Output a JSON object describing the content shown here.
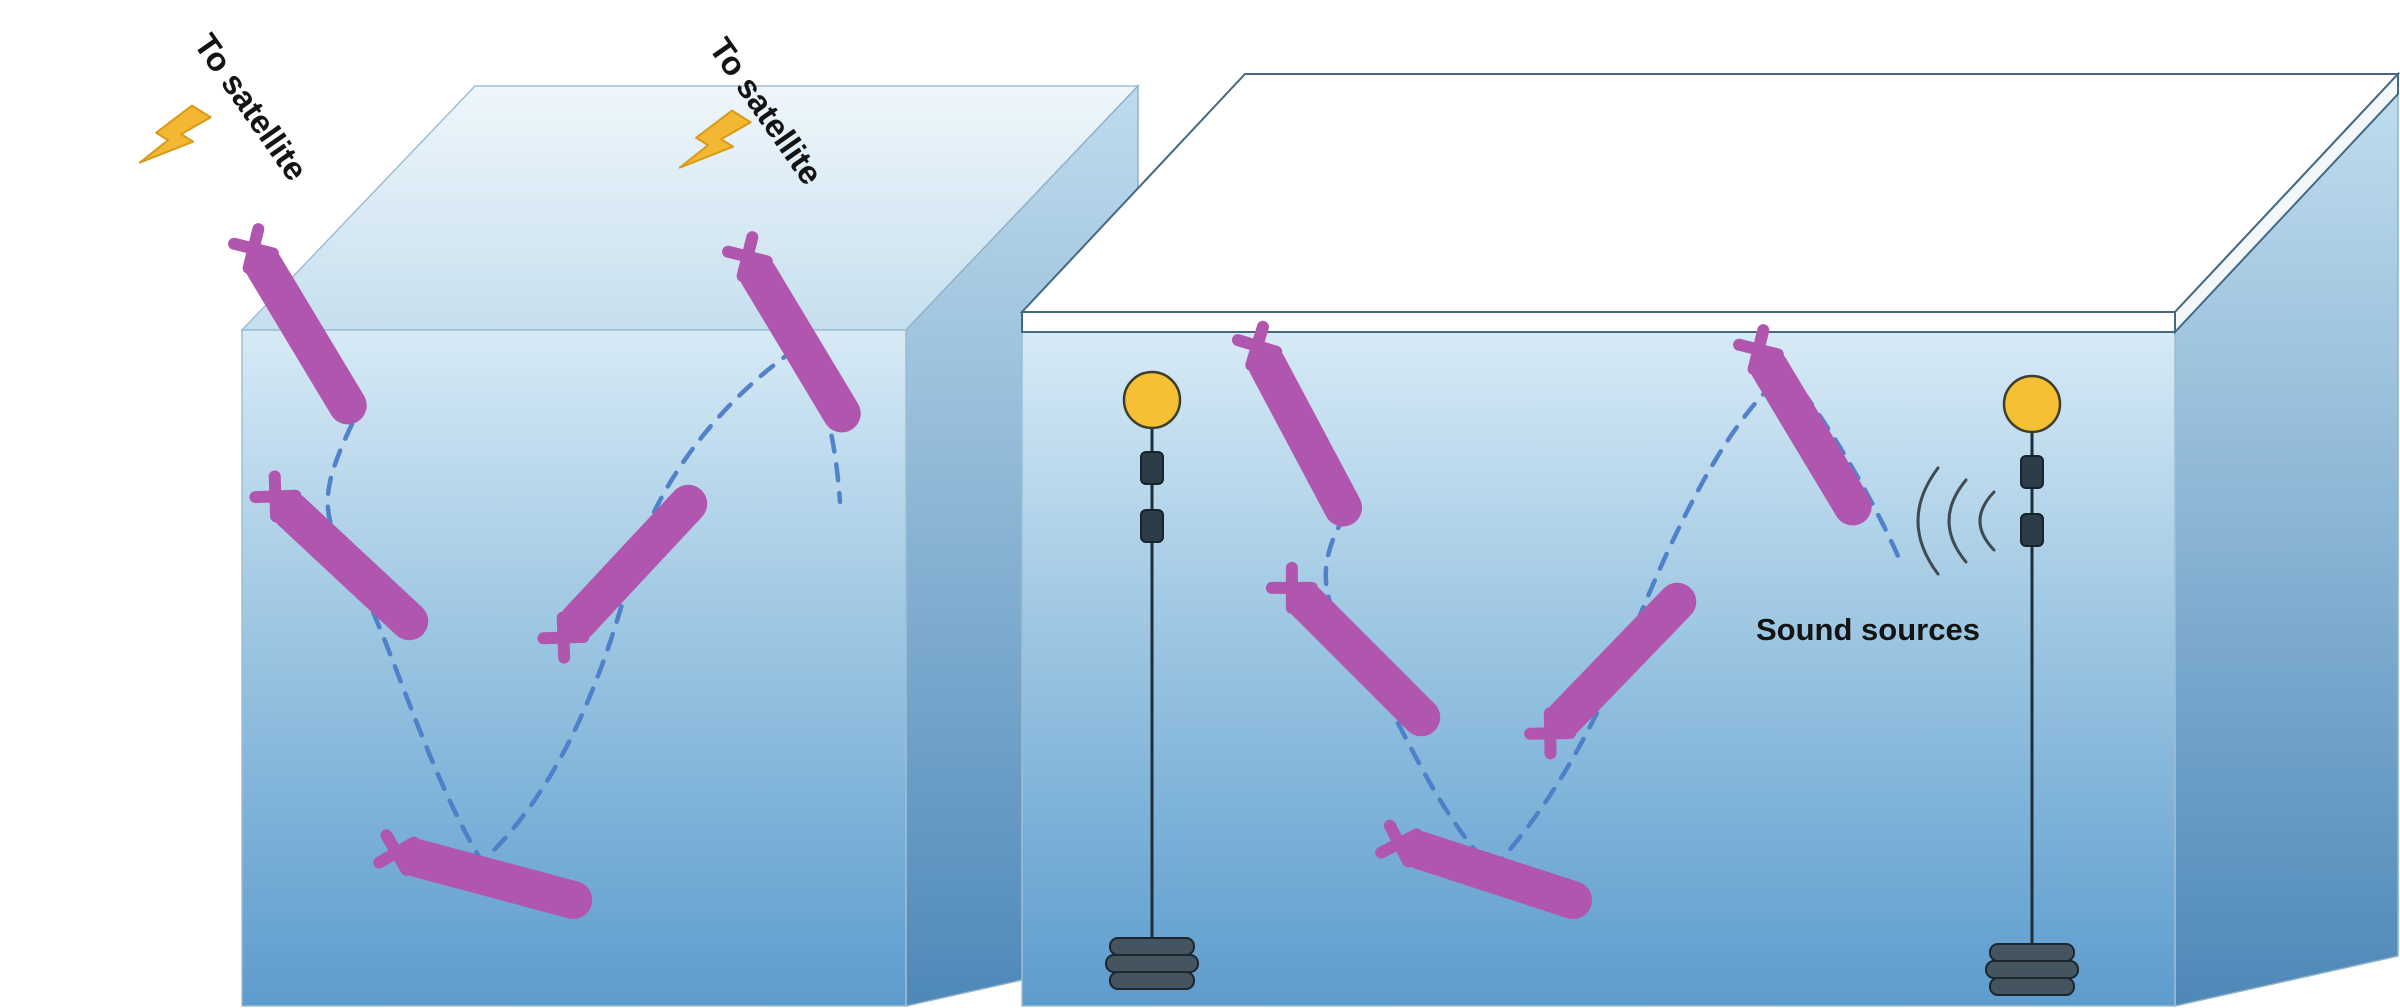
{
  "figure": {
    "labels": {
      "to_satellite_1": "To satellite",
      "to_satellite_2": "To satellite",
      "sound_sources": "Sound sources"
    },
    "icons": {
      "lightning": "satellite-signal-bolt-icon",
      "sound_waves": "sound-waves-icon",
      "buoy": "mooring-buoy",
      "anchor": "mooring-anchor-weights"
    }
  },
  "colors": {
    "float_purple": "#b156ae",
    "path_blue": "#4a7dc6",
    "buoy_yellow": "#f5c033",
    "lightning_yellow": "#f4b733",
    "water_surface": "#d7eaf6",
    "water_deep": "#5d9cce",
    "ice_white": "#ffffff",
    "anchor_gray": "#44555f",
    "label_text": "#141414"
  }
}
